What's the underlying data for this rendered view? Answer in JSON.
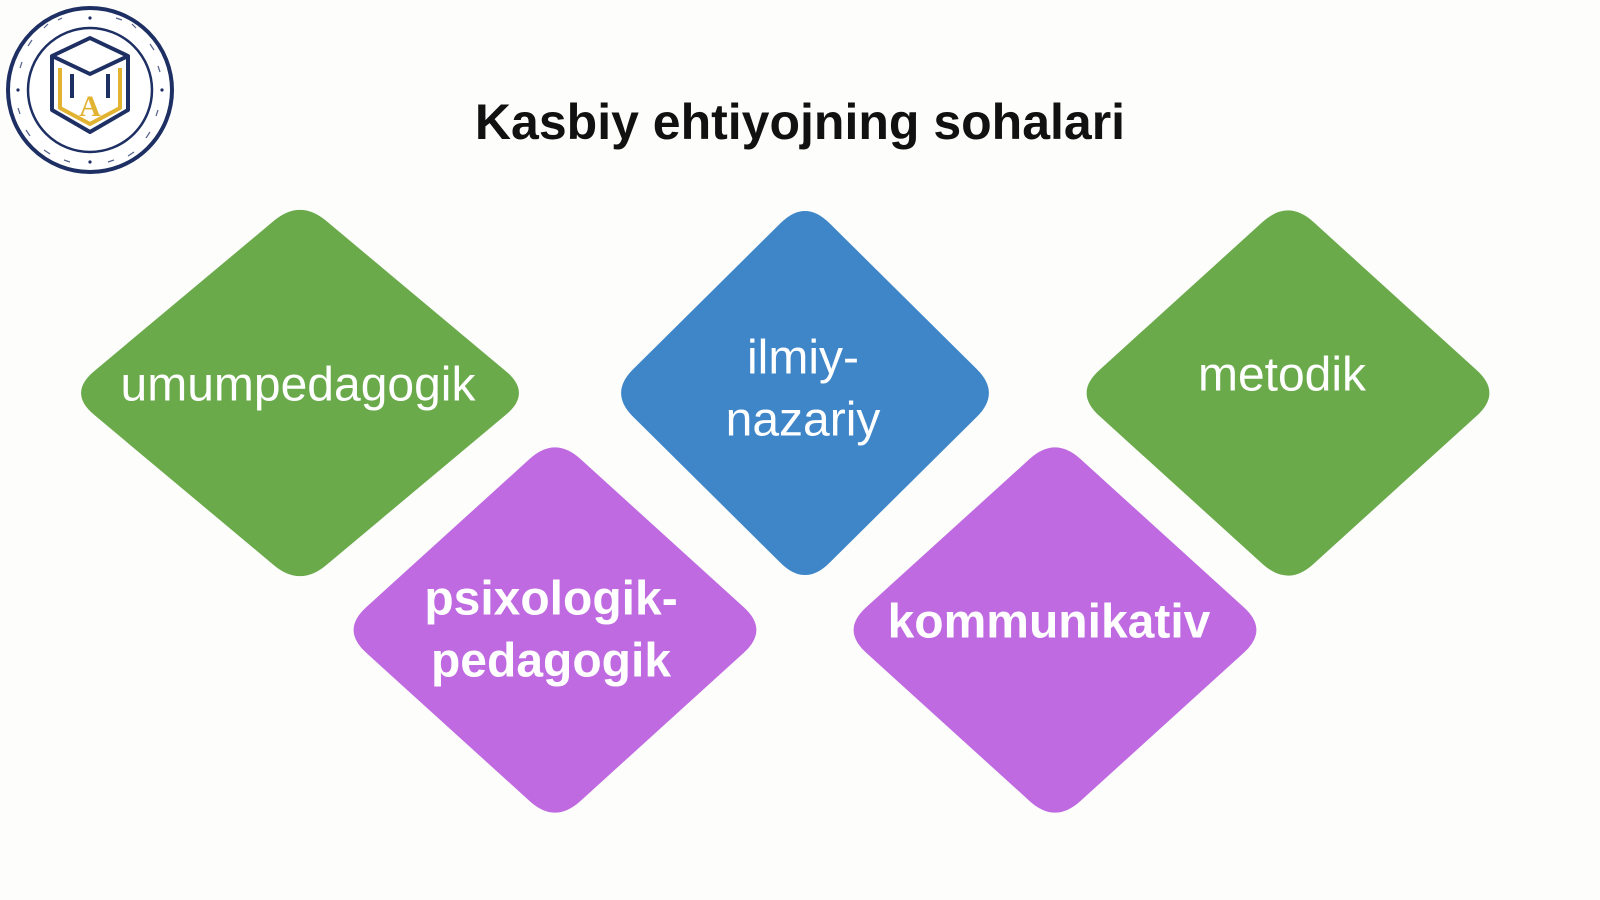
{
  "title": "Kasbiy ehtiyojning sohalari",
  "colors": {
    "green": "#6aaa4b",
    "blue": "#3f86c9",
    "purple": "#bf6ae0",
    "logo_navy": "#1d2f63",
    "logo_gold": "#e2b331"
  },
  "logo": {
    "icon": "institution-seal",
    "center_letter": "A"
  },
  "domains": [
    {
      "id": "umumpedagogik",
      "lines": [
        "umumpedagogik"
      ],
      "color": "green",
      "bold": false
    },
    {
      "id": "ilmiy-nazariy",
      "lines": [
        "ilmiy-",
        "nazariy"
      ],
      "color": "blue",
      "bold": false
    },
    {
      "id": "metodik",
      "lines": [
        "metodik"
      ],
      "color": "green",
      "bold": false
    },
    {
      "id": "psixologik-pedagogik",
      "lines": [
        "psixologik-",
        "pedagogik"
      ],
      "color": "purple",
      "bold": true
    },
    {
      "id": "kommunikativ",
      "lines": [
        "kommunikativ"
      ],
      "color": "purple",
      "bold": true
    }
  ]
}
